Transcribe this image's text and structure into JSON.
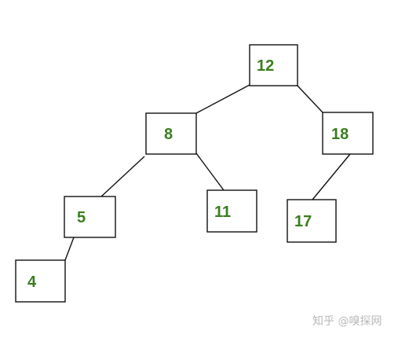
{
  "diagram": {
    "type": "binary-tree",
    "nodes": [
      {
        "id": "n12",
        "label": "12"
      },
      {
        "id": "n8",
        "label": "8"
      },
      {
        "id": "n18",
        "label": "18"
      },
      {
        "id": "n5",
        "label": "5"
      },
      {
        "id": "n11",
        "label": "11"
      },
      {
        "id": "n17",
        "label": "17"
      },
      {
        "id": "n4",
        "label": "4"
      }
    ],
    "edges": [
      {
        "from": "n12",
        "to": "n8"
      },
      {
        "from": "n12",
        "to": "n18"
      },
      {
        "from": "n8",
        "to": "n5"
      },
      {
        "from": "n8",
        "to": "n11"
      },
      {
        "from": "n18",
        "to": "n17"
      },
      {
        "from": "n5",
        "to": "n4"
      }
    ],
    "colors": {
      "node_text": "#3a7d1f",
      "node_border": "#111111",
      "edge": "#111111",
      "background": "#ffffff"
    }
  },
  "watermark": {
    "text": "知乎 @嗅探网"
  }
}
